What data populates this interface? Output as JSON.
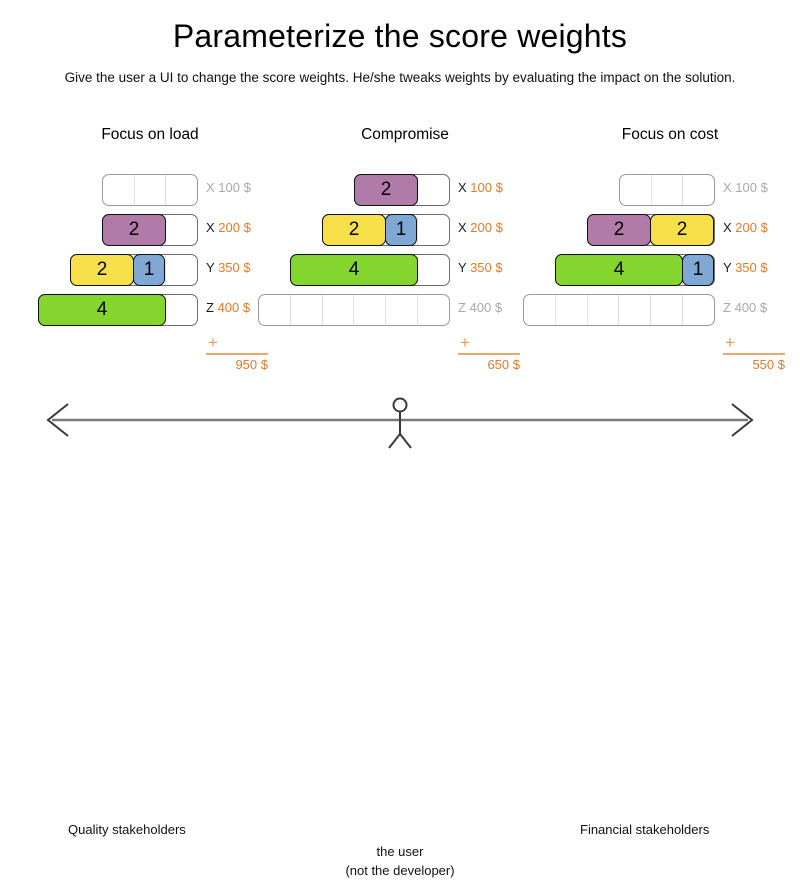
{
  "header": {
    "title": "Parameterize the score weights",
    "subtitle": "Give the user a UI to change the score weights. He/she tweaks weights by evaluating the impact on the solution."
  },
  "colors": {
    "purple": "#b07ba8",
    "yellow": "#f7df4a",
    "blue": "#7fa8d4",
    "green": "#84d62e",
    "orange": "#e07b2c",
    "orange_rule": "#eda86f",
    "muted": "#a9a9a9",
    "track_border": "#6d6d6d",
    "track_border_muted": "#999999",
    "cell_divider": "#e2e2e2"
  },
  "columns": [
    {
      "title": "Focus on load",
      "rows": [
        {
          "letter": "X",
          "price": "100 $",
          "active": false,
          "cells": 3,
          "segments": []
        },
        {
          "letter": "X",
          "price": "200 $",
          "active": true,
          "cells": 3,
          "segments": [
            {
              "value": "2",
              "units": 2,
              "color": "purple"
            }
          ]
        },
        {
          "letter": "Y",
          "price": "350 $",
          "active": true,
          "cells": 4,
          "segments": [
            {
              "value": "2",
              "units": 2,
              "color": "yellow"
            },
            {
              "value": "1",
              "units": 1,
              "color": "blue"
            }
          ]
        },
        {
          "letter": "Z",
          "price": "400 $",
          "active": true,
          "cells": 5,
          "segments": [
            {
              "value": "4",
              "units": 4,
              "color": "green"
            }
          ]
        }
      ],
      "total": {
        "plus": "+",
        "sum": "950 $"
      }
    },
    {
      "title": "Compromise",
      "rows": [
        {
          "letter": "X",
          "price": "100 $",
          "active": true,
          "cells": 3,
          "segments": [
            {
              "value": "2",
              "units": 2,
              "color": "purple"
            }
          ]
        },
        {
          "letter": "X",
          "price": "200 $",
          "active": true,
          "cells": 4,
          "segments": [
            {
              "value": "2",
              "units": 2,
              "color": "yellow"
            },
            {
              "value": "1",
              "units": 1,
              "color": "blue"
            }
          ]
        },
        {
          "letter": "Y",
          "price": "350 $",
          "active": true,
          "cells": 5,
          "segments": [
            {
              "value": "4",
              "units": 4,
              "color": "green"
            }
          ]
        },
        {
          "letter": "Z",
          "price": "400 $",
          "active": false,
          "cells": 6,
          "segments": []
        }
      ],
      "total": {
        "plus": "+",
        "sum": "650 $"
      }
    },
    {
      "title": "Focus on cost",
      "rows": [
        {
          "letter": "X",
          "price": "100 $",
          "active": false,
          "cells": 3,
          "segments": []
        },
        {
          "letter": "X",
          "price": "200 $",
          "active": true,
          "cells": 4,
          "segments": [
            {
              "value": "2",
              "units": 2,
              "color": "purple"
            },
            {
              "value": "2",
              "units": 2,
              "color": "yellow"
            }
          ]
        },
        {
          "letter": "Y",
          "price": "350 $",
          "active": true,
          "cells": 5,
          "segments": [
            {
              "value": "4",
              "units": 4,
              "color": "green"
            },
            {
              "value": "1",
              "units": 1,
              "color": "blue"
            }
          ]
        },
        {
          "letter": "Z",
          "price": "400 $",
          "active": false,
          "cells": 6,
          "segments": []
        }
      ],
      "total": {
        "plus": "+",
        "sum": "550 $"
      }
    }
  ],
  "axis": {
    "left_label": "Quality stakeholders",
    "right_label": "Financial stakeholders",
    "center_label_line1": "the user",
    "center_label_line2": "(not the developer)"
  }
}
